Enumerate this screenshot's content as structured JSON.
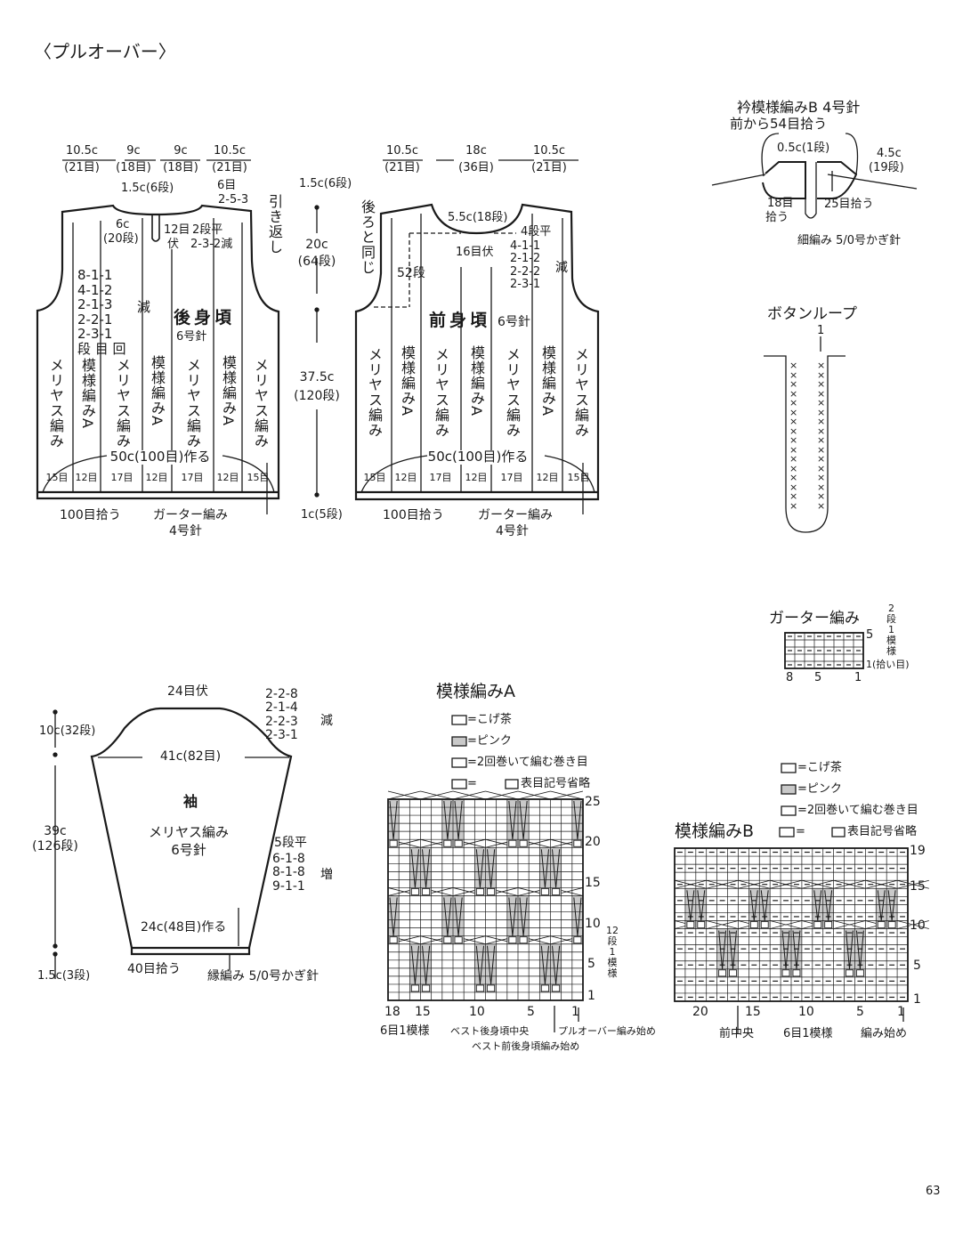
{
  "title": "〈プルオーバー〉",
  "page_number": "63",
  "back": {
    "widths": [
      {
        "cm": "10.5c",
        "st": "(21目)"
      },
      {
        "cm": "9c",
        "st": "(18目)"
      },
      {
        "cm": "9c",
        "st": "(18目)"
      },
      {
        "cm": "10.5c",
        "st": "(21目)"
      }
    ],
    "neck_depth": "1.5c(6段)",
    "shoulder_st": "6目",
    "shoulder_rule": "2-5-3",
    "short_rows": "引き返し",
    "slit_cm": "6c",
    "slit_rows": "(20段)",
    "neck_bind": "12目",
    "neck_bind2": "伏",
    "neck_flat": "2段平",
    "neck_dec": "2-3-2減",
    "armhole_dec": [
      "8-1-1",
      "4-1-2",
      "2-1-3",
      "2-2-1",
      "2-3-1"
    ],
    "dec_label": "減",
    "legend_header": "段 目 回",
    "name": "後身頃",
    "needle": "6号針",
    "columns": [
      "メリヤス編み",
      "模様編みA",
      "メリヤス編み",
      "模様編みA",
      "メリヤス編み",
      "模様編みA",
      "メリヤス編み"
    ],
    "cast_on": "50c(100目)作る",
    "counts": [
      "15目",
      "12目",
      "17目",
      "12目",
      "17目",
      "12目",
      "15目"
    ],
    "pickup": "100目拾う",
    "band": "ガーター編み",
    "band_needle": "4号針"
  },
  "height": {
    "shoulder": "1.5c(6段)",
    "armhole_cm": "20c",
    "armhole_rows": "(64段)",
    "body_cm": "37.5c",
    "body_rows": "(120段)",
    "band": "1c(5段)"
  },
  "front": {
    "widths": [
      {
        "cm": "10.5c",
        "st": "(21目)"
      },
      {
        "cm": "18c",
        "st": "(36目)"
      },
      {
        "cm": "10.5c",
        "st": "(21目)"
      }
    ],
    "same_as_back": "後ろと同じ",
    "neck_depth": "5.5c(18段)",
    "neck_bind": "16目伏",
    "rows_52": "52段",
    "flat": "4段平",
    "neck_dec": [
      "4-1-1",
      "2-1-2",
      "2-2-2",
      "2-3-1"
    ],
    "dec_label": "減",
    "name": "前身頃",
    "needle": "6号針",
    "columns": [
      "メリヤス編み",
      "模様編みA",
      "メリヤス編み",
      "模様編みA",
      "メリヤス編み",
      "模様編みA",
      "メリヤス編み"
    ],
    "cast_on": "50c(100目)作る",
    "counts": [
      "15目",
      "12目",
      "17目",
      "12目",
      "17目",
      "12目",
      "15目"
    ],
    "pickup": "100目拾う",
    "band": "ガーター編み",
    "band_needle": "4号針"
  },
  "collar": {
    "title": "衿模様編みB 4号針",
    "pickup": "前から54目拾う",
    "top": "0.5c(1段)",
    "height_cm": "4.5c",
    "height_rows": "(19段)",
    "left_pick1": "18目",
    "left_pick2": "拾う",
    "right_pick": "25目拾う",
    "edge": "細編み 5/0号かぎ針"
  },
  "button_loop": {
    "title": "ボタンループ",
    "start": "1"
  },
  "garter": {
    "title": "ガーター編み",
    "rows_note": [
      "2",
      "段",
      "1",
      "模",
      "様"
    ],
    "row_labels": [
      "5",
      "1(拾い目)"
    ],
    "col_labels": [
      "8",
      "5",
      "1"
    ]
  },
  "sleeve": {
    "top_bind": "24目伏",
    "cap_dec": [
      "2-2-8",
      "2-1-4",
      "2-2-3",
      "2-3-1"
    ],
    "dec_label": "減",
    "width": "41c(82目)",
    "name": "袖",
    "stitch": "メリヤス編み",
    "needle": "6号針",
    "flat": "5段平",
    "inc": [
      "6-1-8",
      "8-1-8",
      "9-1-1"
    ],
    "inc_label": "増",
    "cast_on": "24c(48目)作る",
    "pickup": "40目拾う",
    "edge": "縁編み 5/0号かぎ針",
    "cap_height": "10c(32段)",
    "body_cm": "39c",
    "body_rows": "(126段)",
    "band": "1.5c(3段)"
  },
  "pattern_a": {
    "title": "模様編みA",
    "legend": [
      "=こげ茶",
      "=ピンク",
      "=2回巻いて編む巻き目",
      "=",
      "表目記号省略"
    ],
    "row_labels": [
      "25",
      "20",
      "15",
      "10",
      "5",
      "1"
    ],
    "repeat_rows": [
      "12",
      "段",
      "1",
      "模",
      "様"
    ],
    "col_labels": [
      "18",
      "15",
      "10",
      "5",
      "1"
    ],
    "repeat": "6目1模様",
    "vest_back_center": "ベスト後身頃中央",
    "pullover_start": "プルオーバー編み始め",
    "vest_start": "ベスト前後身頃編み始め"
  },
  "pattern_b": {
    "title": "模様編みB",
    "legend": [
      "=こげ茶",
      "=ピンク",
      "=2回巻いて編む巻き目",
      "=",
      "表目記号省略"
    ],
    "row_labels": [
      "19",
      "15",
      "10",
      "5",
      "1"
    ],
    "col_labels": [
      "20",
      "15",
      "10",
      "5",
      "1"
    ],
    "front_center": "前中央",
    "repeat": "6目1模様",
    "start": "編み始め"
  },
  "colors": {
    "line": "#1a1a1a",
    "pink": "#c9c9c9"
  }
}
